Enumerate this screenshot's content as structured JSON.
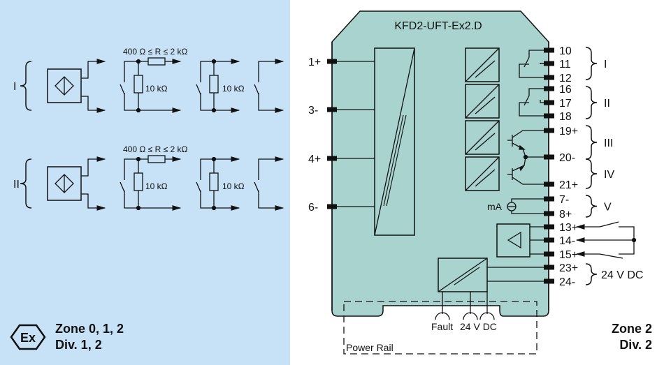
{
  "colors": {
    "hazardous_bg": "#c7e1f6",
    "module_fill": "#a8d3cf",
    "line": "#111111"
  },
  "left": {
    "channels": [
      {
        "label": "I",
        "resistor_range": "400 Ω ≤ R ≤ 2 kΩ",
        "resistor1": "10 kΩ",
        "resistor2": "10 kΩ"
      },
      {
        "label": "II",
        "resistor_range": "400 Ω ≤ R ≤ 2 kΩ",
        "resistor1": "10 kΩ",
        "resistor2": "10 kΩ"
      }
    ],
    "ex_symbol": "Ex",
    "zone": "Zone 0, 1, 2",
    "div": "Div. 1, 2"
  },
  "module": {
    "title": "KFD2-UFT-Ex2.D",
    "input_terminals": [
      "1+",
      "3-",
      "4+",
      "6-"
    ],
    "output_terminals": [
      "10",
      "11",
      "12",
      "16",
      "17",
      "18",
      "19+",
      "20-",
      "21+",
      "7-",
      "8+",
      "13+",
      "14-",
      "15+",
      "23+",
      "24-"
    ],
    "groups": [
      "I",
      "II",
      "III",
      "IV",
      "V"
    ],
    "ma_label": "mA",
    "supply_label": "24 V DC",
    "bottom_labels": {
      "fault": "Fault",
      "supply": "24 V DC"
    },
    "power_rail": "Power Rail"
  },
  "right": {
    "zone": "Zone 2",
    "div": "Div. 2"
  }
}
